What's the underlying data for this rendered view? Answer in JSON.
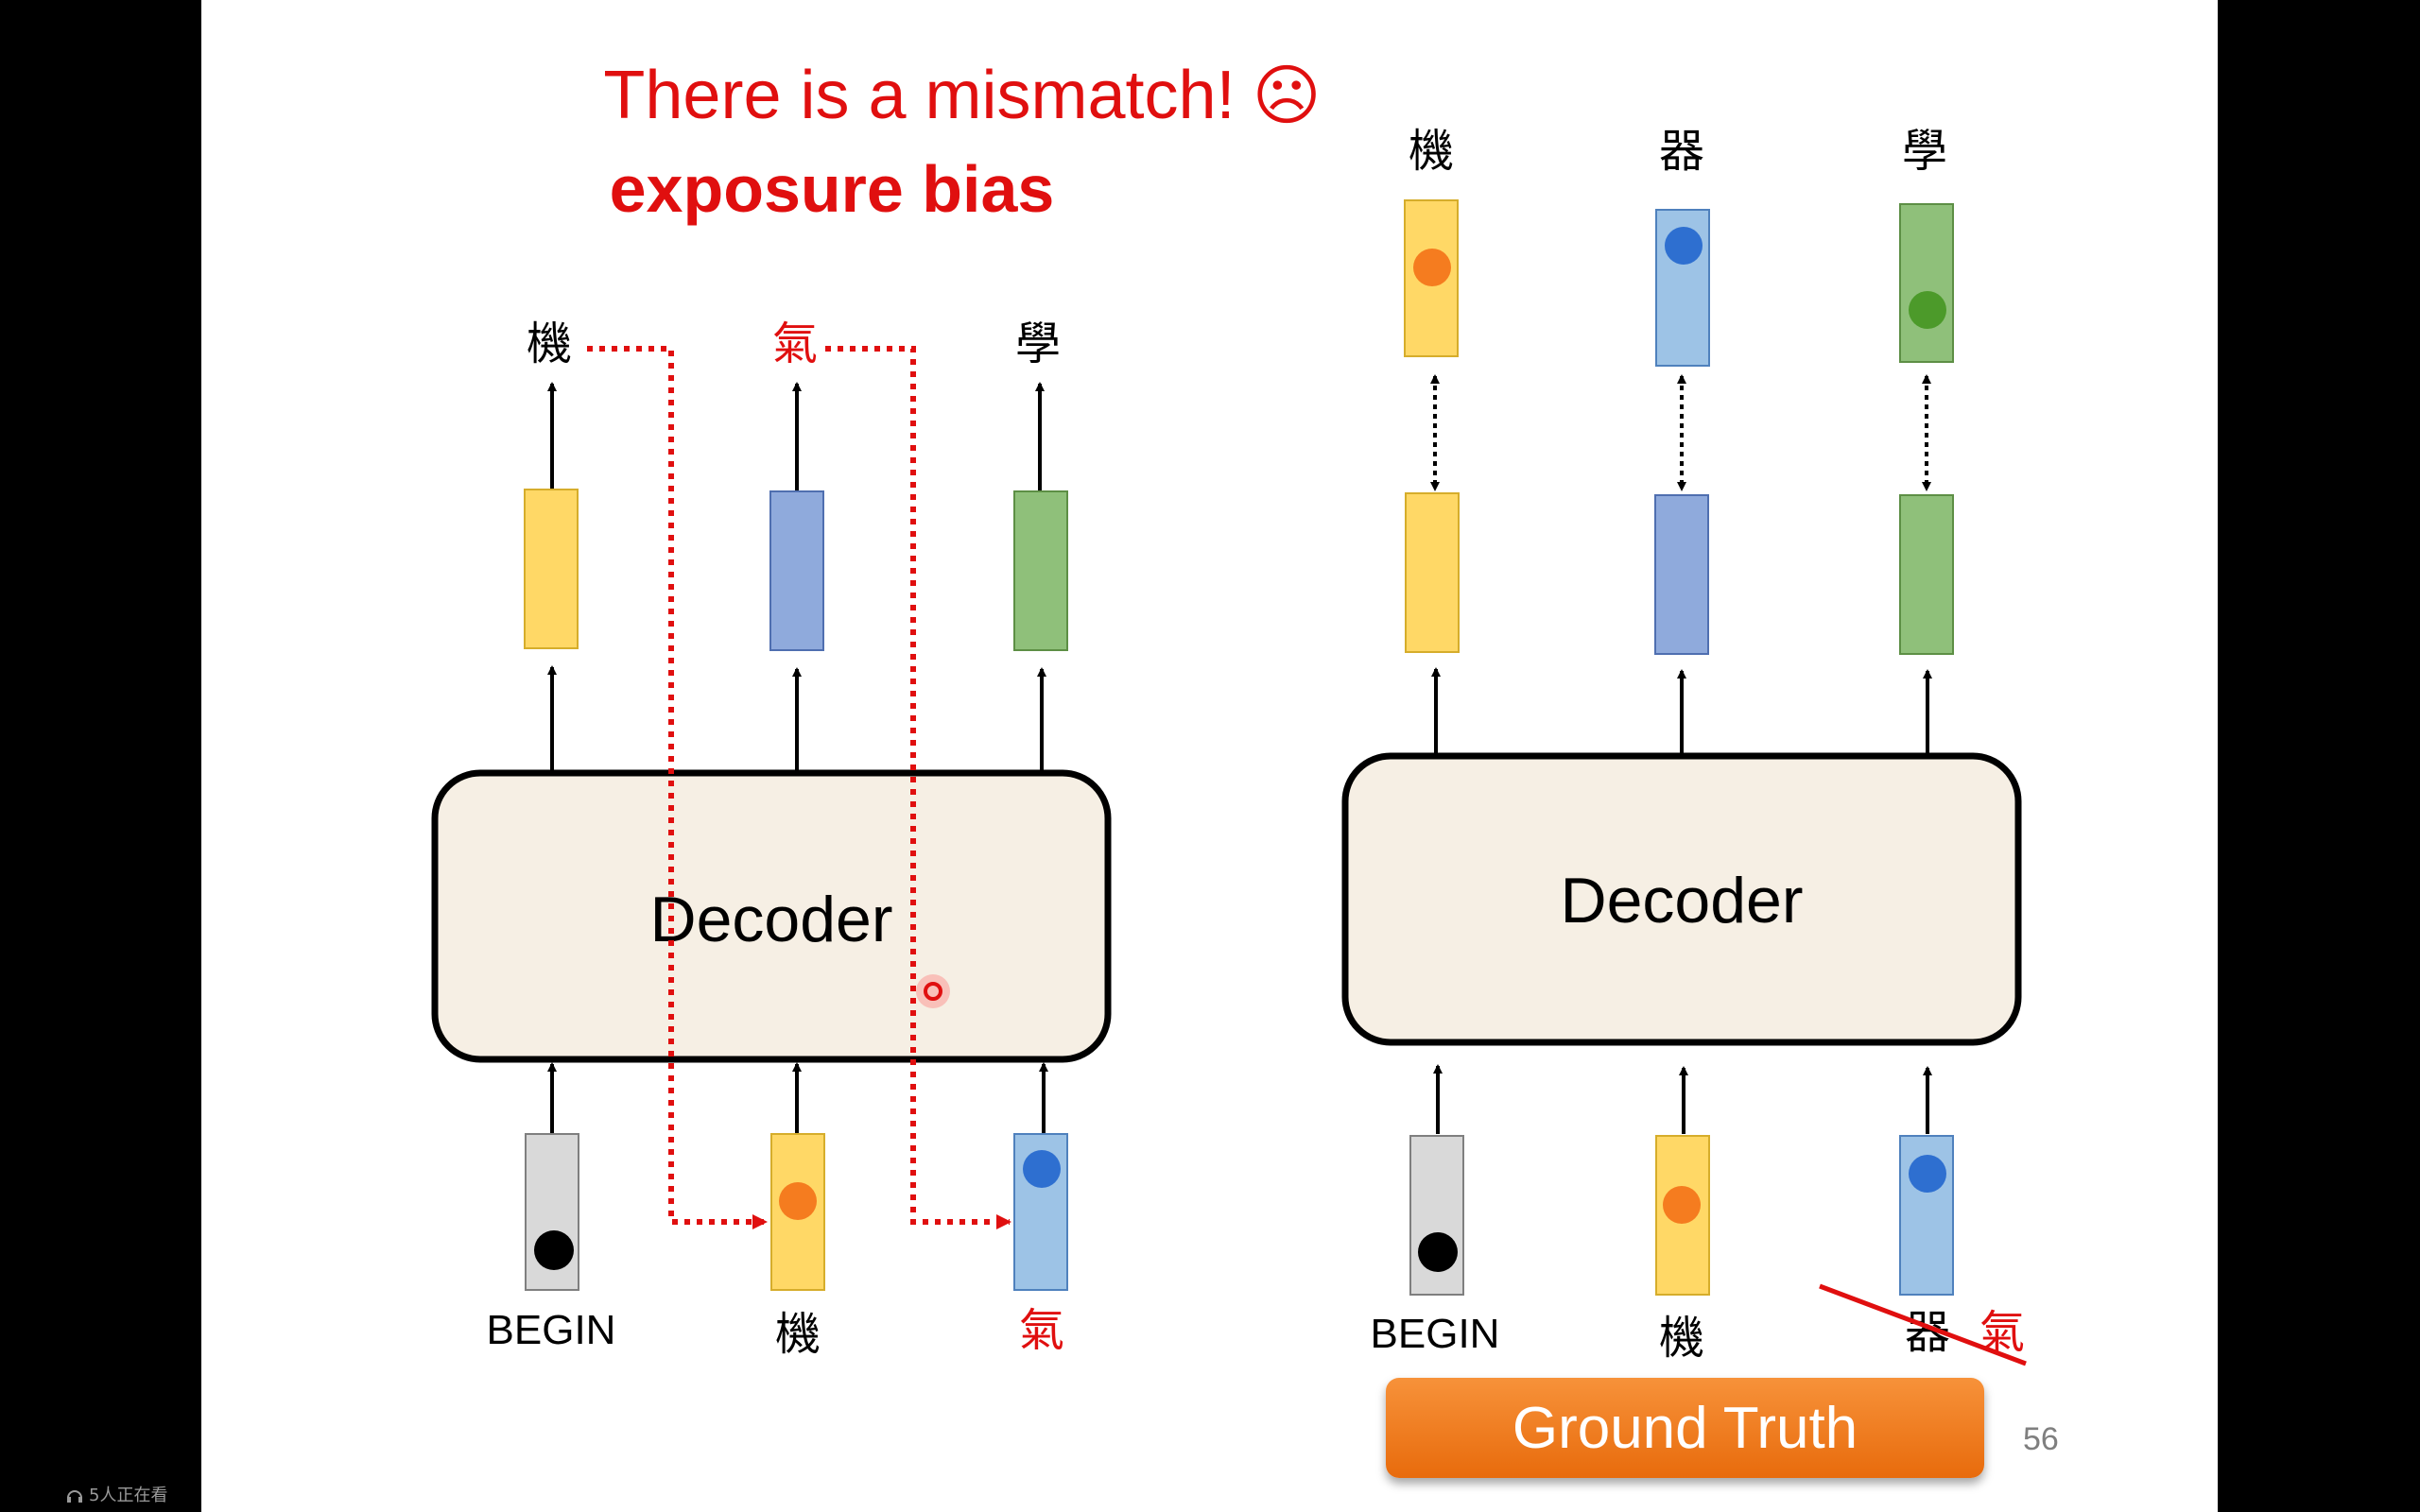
{
  "title": {
    "line1": "There is a mismatch!",
    "face": "☹",
    "line2": "exposure bias"
  },
  "left": {
    "decoder_label": "Decoder",
    "outputs": [
      "機",
      "氣",
      "學"
    ],
    "inputs": [
      "BEGIN",
      "機",
      "氣"
    ]
  },
  "right": {
    "decoder_label": "Decoder",
    "outputs": [
      "機",
      "器",
      "學"
    ],
    "inputs": [
      "BEGIN",
      "機",
      "器"
    ],
    "crossed_label": "氣"
  },
  "ground_truth_label": "Ground Truth",
  "page_number": "56",
  "viewer_text": "5人正在看",
  "colors": {
    "red": "#e00f0f",
    "yellow": "#ffd866",
    "blue": "#8faadc",
    "light_blue": "#9dc3e6",
    "green": "#8fc07a",
    "orange_dot": "#f57c1f",
    "blue_dot": "#2e6fd0",
    "green_dot": "#4c9a2a",
    "decoder_fill": "#f6efe4"
  }
}
